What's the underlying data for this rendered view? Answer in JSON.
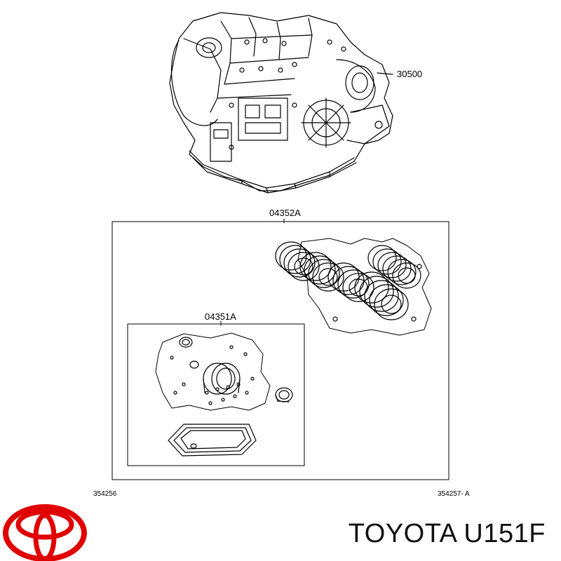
{
  "diagram": {
    "part_label_transmission": "30500",
    "part_label_outer_kit": "04352A",
    "part_label_inner_kit": "04351A",
    "code_left": "354256",
    "code_right": "354257- A"
  },
  "brand": {
    "logo_icon": "toyota-logo-icon",
    "model_text": "TOYOTA U151F",
    "logo_color": "#e00000"
  }
}
